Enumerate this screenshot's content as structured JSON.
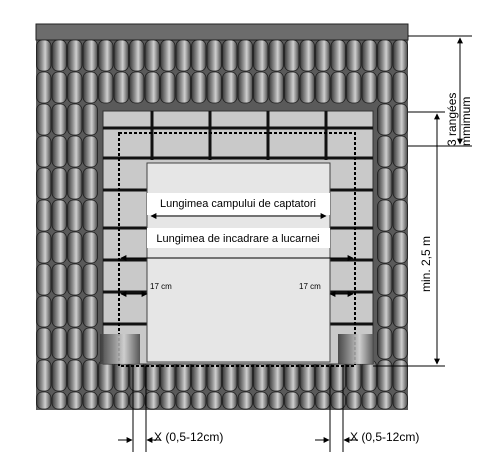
{
  "labels": {
    "collector_field_length": "Lungimea campului de captatori",
    "dormer_frame_length": "Lungimea de incadrare a lucarnei",
    "spacing_left": "17 cm",
    "spacing_right": "17 cm",
    "min_height": "min. 2,5 m",
    "rows_minimum_line1": "3 rangées",
    "rows_minimum_line2": "mmimum",
    "gap_left": "X (0,5-12cm)",
    "gap_right": "X (0,5-12cm)"
  },
  "colors": {
    "tile_dark": "#4a4a4a",
    "tile_light": "#b8b8b8",
    "frame_gray": "#c9c9c9",
    "panel_fill": "#e6e6e6",
    "line": "#000000"
  }
}
